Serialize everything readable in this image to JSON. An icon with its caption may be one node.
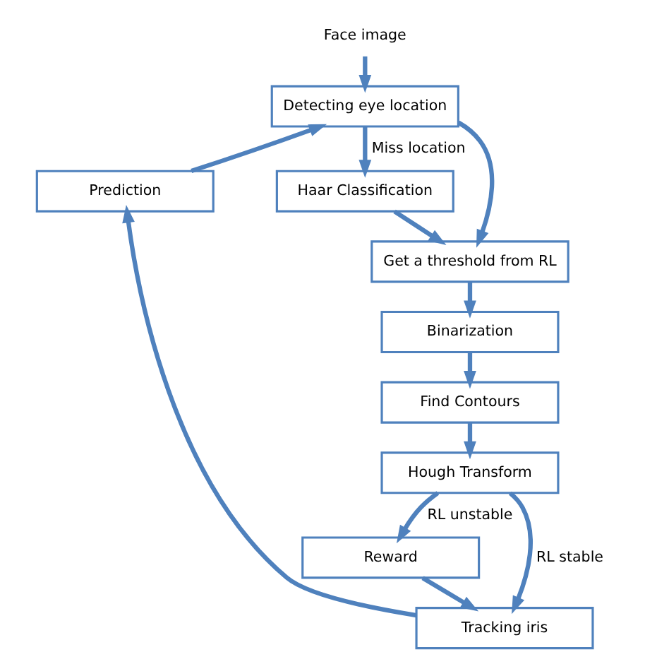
{
  "diagram": {
    "nodes": [
      {
        "text": [
          "Face image"
        ]
      },
      {
        "text": [
          "Detecting eye location"
        ]
      },
      {
        "text": [
          "Prediction"
        ]
      },
      {
        "text": [
          "Haar Classification"
        ]
      },
      {
        "text": [
          "Get a threshold from RL"
        ]
      },
      {
        "text": [
          "Binarization"
        ]
      },
      {
        "text": [
          "Find Contours"
        ]
      },
      {
        "text": [
          "Hough Transform"
        ]
      },
      {
        "text": [
          "Reward"
        ]
      },
      {
        "text": [
          "Tracking iris"
        ]
      }
    ],
    "edges": [
      {
        "from": 0,
        "to": 1,
        "arrow": "to"
      },
      {
        "from": 1,
        "to": 3,
        "arrow": "to",
        "label": "Miss location"
      },
      {
        "from": 1,
        "to": 4,
        "arrow": "to"
      },
      {
        "from": 3,
        "to": 4,
        "arrow": "to"
      },
      {
        "from": 4,
        "to": 5,
        "arrow": "to"
      },
      {
        "from": 5,
        "to": 6,
        "arrow": "to"
      },
      {
        "from": 6,
        "to": 7,
        "arrow": "to"
      },
      {
        "from": 7,
        "to": 9,
        "arrow": "to",
        "label": "RL stable"
      },
      {
        "from": 7,
        "to": 8,
        "arrow": "to",
        "label": "RL unstable"
      },
      {
        "from": 8,
        "to": 9,
        "arrow": "to"
      },
      {
        "from": 9,
        "to": 2,
        "arrow": "to"
      },
      {
        "from": 2,
        "to": 1,
        "arrow": "to"
      }
    ]
  }
}
